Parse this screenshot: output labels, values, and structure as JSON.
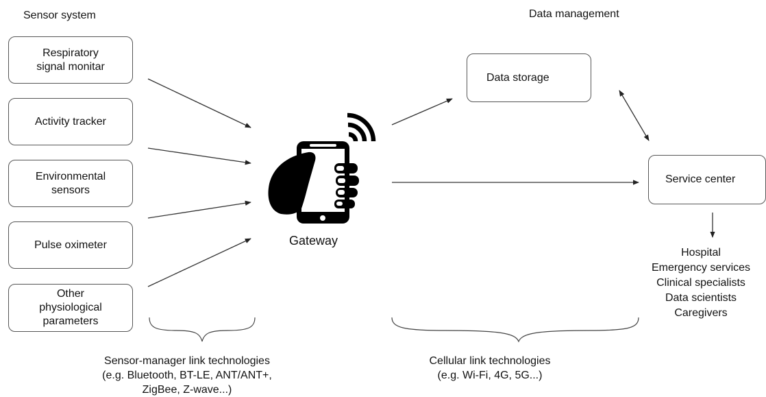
{
  "headers": {
    "sensor_system": "Sensor system",
    "data_management": "Data management"
  },
  "sensors": [
    "Respiratory\nsignal monitar",
    "Activity tracker",
    "Environmental\nsensors",
    "Pulse oximeter",
    "Other\nphysiological\nparameters"
  ],
  "gateway": {
    "label": "Gateway",
    "icon": "smartphone-hand-wireless-icon"
  },
  "data_storage": "Data storage",
  "service_center": "Service center",
  "recipients": [
    "Hospital",
    "Emergency services",
    "Clinical specialists",
    "Data scientists",
    "Caregivers"
  ],
  "captions": {
    "left": [
      "Sensor-manager link technologies",
      "(e.g. Bluetooth, BT-LE, ANT/ANT+,",
      "ZigBee, Z-wave...)"
    ],
    "right": [
      "Cellular link technologies",
      "(e.g. Wi-Fi, 4G, 5G...)"
    ]
  },
  "colors": {
    "stroke": "#555555",
    "text": "#111111",
    "icon": "#000000"
  }
}
